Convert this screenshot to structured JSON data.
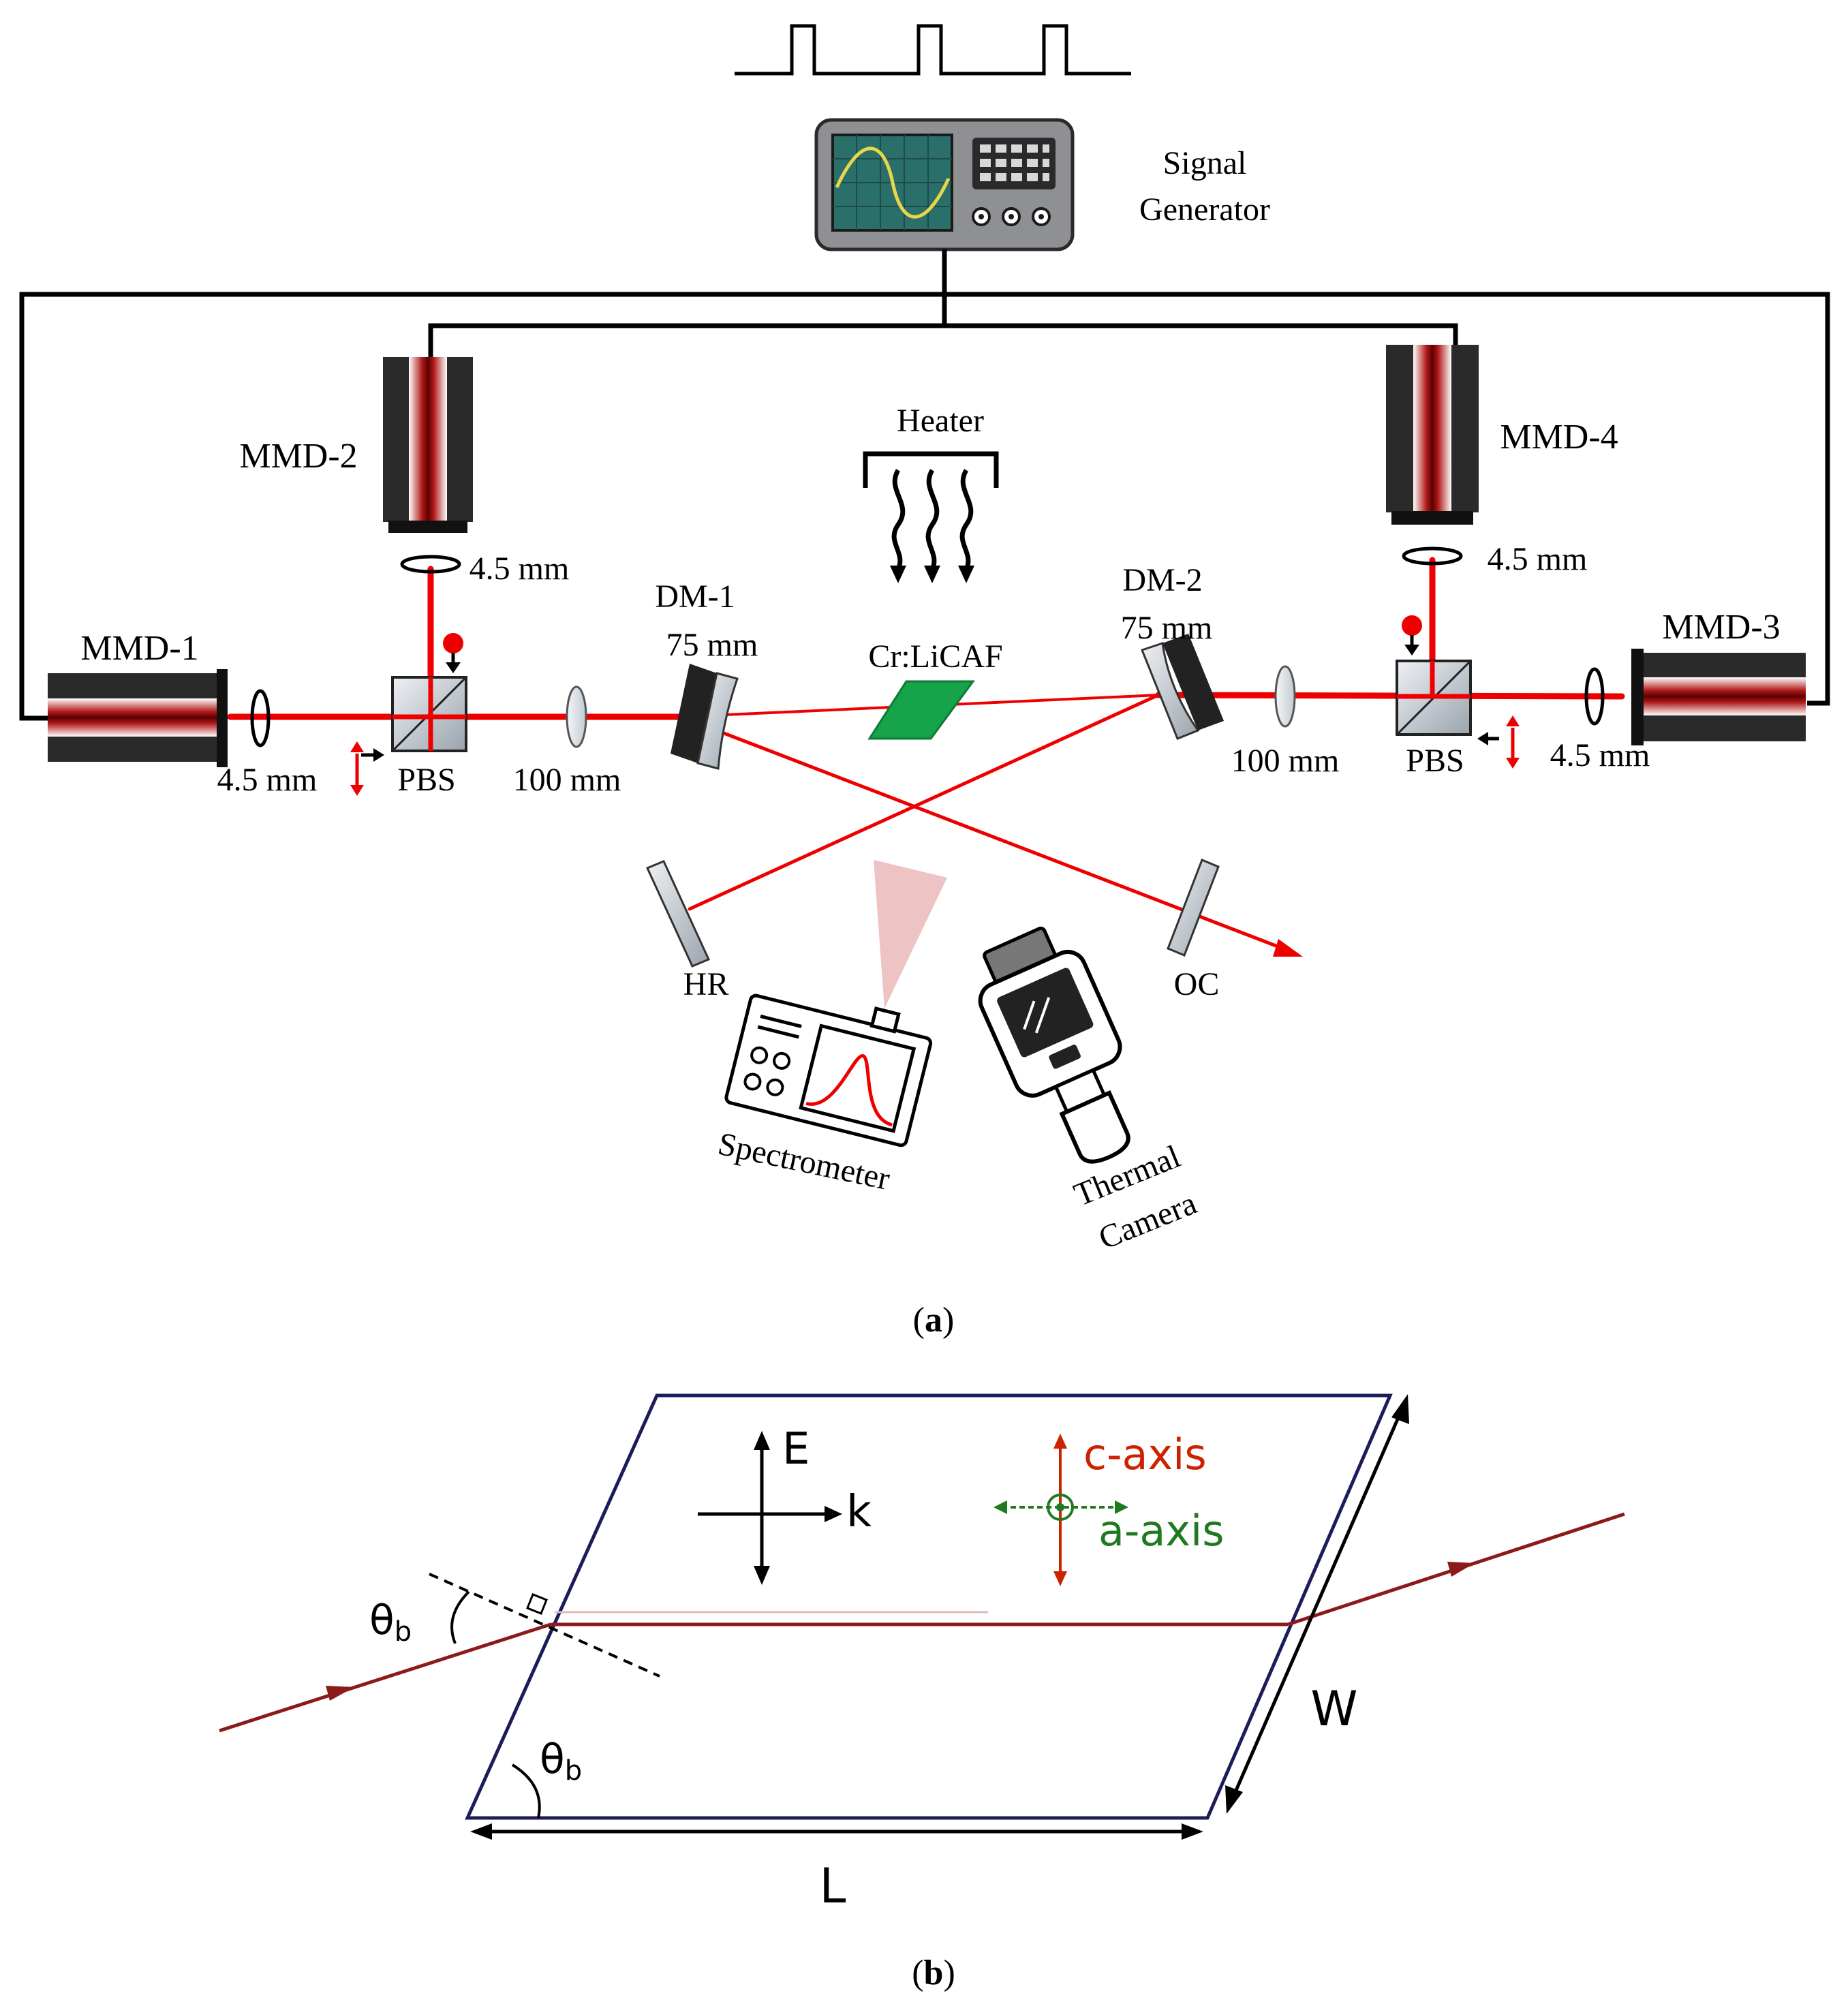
{
  "colors": {
    "beam": "#ee0000",
    "beam_b": "#8b1a1a",
    "crystal": "#16a34a",
    "outline": "#1c1c5a",
    "c_axis": "#cc2200",
    "a_axis": "#1f7a1f",
    "plume": "#e8b4b4"
  },
  "panel_a": {
    "signal_generator": [
      "Signal",
      "Generator"
    ],
    "heater": "Heater",
    "crystal": "Cr:LiCAF",
    "mmd1": "MMD-1",
    "mmd2": "MMD-2",
    "mmd3": "MMD-3",
    "mmd4": "MMD-4",
    "dm1": [
      "DM-1",
      "75 mm"
    ],
    "dm2": [
      "DM-2",
      "75 mm"
    ],
    "lens_mmd1": "4.5 mm",
    "lens_mmd2": "4.5 mm",
    "lens_mmd3": "4.5 mm",
    "lens_mmd4": "4.5 mm",
    "pbs_left": "PBS",
    "pbs_right": "PBS",
    "lens_100_left": "100 mm",
    "lens_100_right": "100 mm",
    "hr": "HR",
    "oc": "OC",
    "spectrometer": "Spectrometer",
    "thermal_camera": [
      "Thermal",
      "Camera"
    ],
    "caption": [
      "(",
      "a",
      ")"
    ]
  },
  "panel_b": {
    "e": "E",
    "k": "k",
    "c_axis": "c-axis",
    "a_axis": "a-axis",
    "theta": "θ",
    "theta_sub": "b",
    "w": "W",
    "l": "L",
    "caption": [
      "(",
      "b",
      ")"
    ]
  }
}
